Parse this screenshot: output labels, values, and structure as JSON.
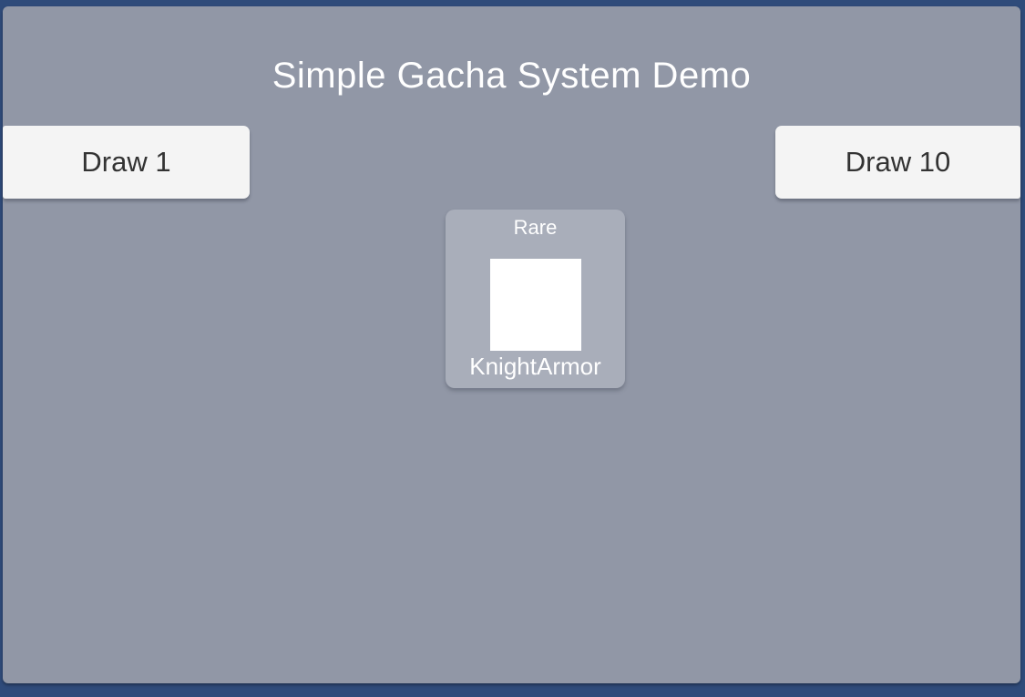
{
  "title": "Simple Gacha System Demo",
  "buttons": {
    "draw1": "Draw 1",
    "draw10": "Draw 10"
  },
  "result_card": {
    "rarity": "Rare",
    "item_name": "KnightArmor"
  },
  "colors": {
    "frame": "#2f4b7a",
    "panel": "#9197a6",
    "card": "#a9aeba",
    "button_bg": "#f4f4f4",
    "button_text": "#333333",
    "text_light": "#ffffff",
    "item_image": "#ffffff"
  }
}
